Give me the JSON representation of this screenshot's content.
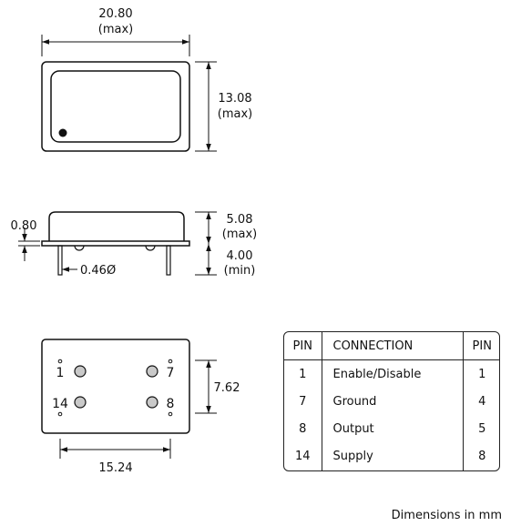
{
  "top_view": {
    "width": "20.80",
    "width_note": "(max)",
    "height": "13.08",
    "height_note": "(max)"
  },
  "side_view": {
    "body_height": "5.08",
    "body_height_note": "(max)",
    "pin_length": "4.00",
    "pin_length_note": "(min)",
    "flange": "0.80",
    "pin_dia": "0.46Ø"
  },
  "bottom_view": {
    "pins": [
      "1",
      "7",
      "14",
      "8"
    ],
    "row_spacing": "7.62",
    "col_spacing": "15.24"
  },
  "pin_table": {
    "headers": [
      "PIN",
      "CONNECTION",
      "PIN"
    ],
    "rows": [
      [
        "1",
        "Enable/Disable",
        "1"
      ],
      [
        "7",
        "Ground",
        "4"
      ],
      [
        "8",
        "Output",
        "5"
      ],
      [
        "14",
        "Supply",
        "8"
      ]
    ]
  },
  "footnote": "Dimensions in mm"
}
